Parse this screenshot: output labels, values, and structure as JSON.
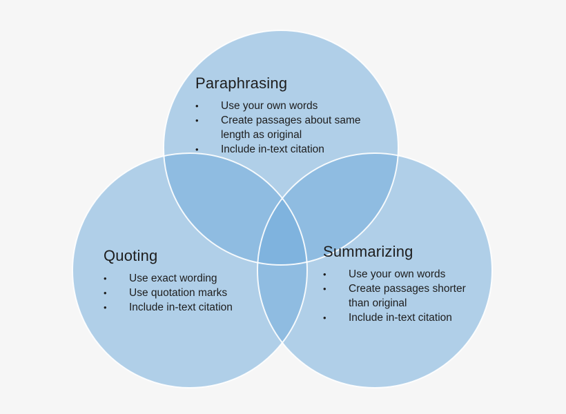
{
  "theme": {
    "bg": "#f6f6f6",
    "ink": "#1d1d1d",
    "circle_fill": "#72acdb",
    "circle_opacity": "0.53",
    "circle_stroke": "#ffffff"
  },
  "venn": {
    "type": "venn-diagram",
    "bullet_char": "•",
    "sets": [
      {
        "label": "Paraphrasing",
        "bullets": [
          "Use your own words",
          "Create passages about same\nlength as original",
          "Include in-text citation"
        ]
      },
      {
        "label": "Quoting",
        "bullets": [
          "Use exact wording",
          "Use quotation marks",
          "Include in-text citation"
        ]
      },
      {
        "label": "Summarizing",
        "bullets": [
          "Use your own words",
          "Create passages shorter\nthan original",
          "Include in-text citation"
        ]
      }
    ]
  }
}
